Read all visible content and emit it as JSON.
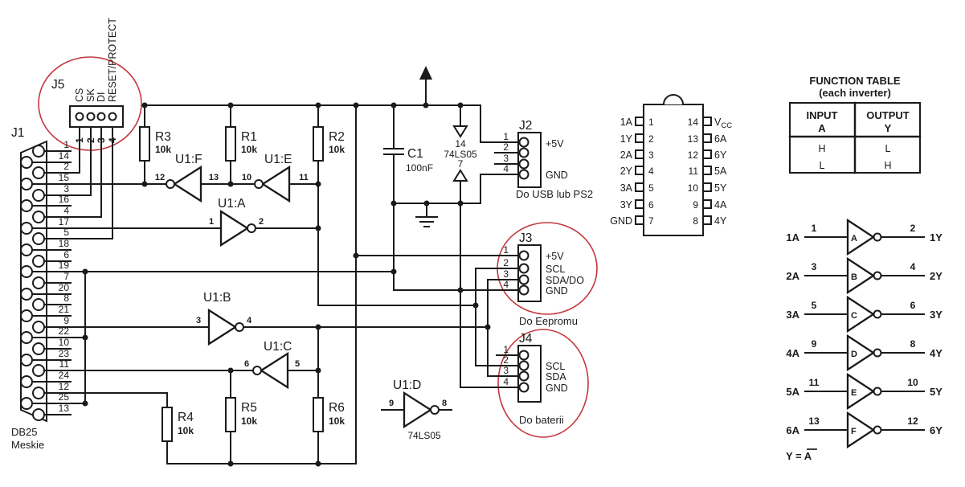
{
  "colors": {
    "ink": "#1a1a1a",
    "annotation_red": "#c4373e"
  },
  "j1": {
    "label": "J1",
    "caption_line1": "DB25",
    "caption_line2": "Meskie",
    "pins": [
      "1",
      "14",
      "2",
      "15",
      "3",
      "16",
      "4",
      "17",
      "5",
      "18",
      "6",
      "19",
      "7",
      "20",
      "8",
      "21",
      "9",
      "22",
      "10",
      "23",
      "11",
      "24",
      "12",
      "25",
      "13"
    ]
  },
  "j5": {
    "label": "J5",
    "signals": [
      "CS",
      "SK",
      "DI",
      "RESET/PROTECT"
    ],
    "pins": [
      "1",
      "2",
      "3",
      "4"
    ]
  },
  "resistors": {
    "r1": {
      "name": "R1",
      "value": "10k"
    },
    "r2": {
      "name": "R2",
      "value": "10k"
    },
    "r3": {
      "name": "R3",
      "value": "10k"
    },
    "r4": {
      "name": "R4",
      "value": "10k"
    },
    "r5": {
      "name": "R5",
      "value": "10k"
    },
    "r6": {
      "name": "R6",
      "value": "10k"
    }
  },
  "capacitor": {
    "name": "C1",
    "value": "100nF"
  },
  "ic_power": {
    "vcc_pin": "14",
    "part": "74LS05",
    "gnd_pin": "7"
  },
  "inverters": {
    "a": {
      "name": "U1:A",
      "pin_in": "1",
      "pin_out": "2"
    },
    "b": {
      "name": "U1:B",
      "pin_in": "3",
      "pin_out": "4"
    },
    "c": {
      "name": "U1:C",
      "pin_in": "5",
      "pin_out": "6"
    },
    "d": {
      "name": "U1:D",
      "pin_in": "9",
      "pin_out": "8",
      "part": "74LS05"
    },
    "e": {
      "name": "U1:E",
      "pin_in": "11",
      "pin_out": "10"
    },
    "f": {
      "name": "U1:F",
      "pin_in": "13",
      "pin_out": "12"
    }
  },
  "j2": {
    "label": "J2",
    "pins": [
      "1",
      "2",
      "3",
      "4"
    ],
    "signal_top": "+5V",
    "signal_bottom": "GND",
    "caption": "Do USB lub PS2"
  },
  "j3": {
    "label": "J3",
    "pins": [
      "1",
      "2",
      "3",
      "4"
    ],
    "signals": [
      "+5V",
      "SCL",
      "SDA/DO",
      "GND"
    ],
    "caption": "Do Eepromu"
  },
  "j4": {
    "label": "J4",
    "pins": [
      "1",
      "2",
      "3",
      "4"
    ],
    "signals": [
      "SCL",
      "SDA",
      "GND"
    ],
    "caption": "Do baterii"
  },
  "dip": {
    "left_labels": [
      "1A",
      "1Y",
      "2A",
      "2Y",
      "3A",
      "3Y",
      "GND"
    ],
    "left_pins": [
      "1",
      "2",
      "3",
      "4",
      "5",
      "6",
      "7"
    ],
    "right_pins": [
      "14",
      "13",
      "12",
      "11",
      "10",
      "9",
      "8"
    ],
    "vcc_main": "V",
    "vcc_sub": "CC",
    "right_labels": [
      "6A",
      "6Y",
      "5A",
      "5Y",
      "4A",
      "4Y"
    ]
  },
  "function_table": {
    "title": "FUNCTION TABLE",
    "subtitle": "(each inverter)",
    "col1_line1": "INPUT",
    "col1_line2": "A",
    "col2_line1": "OUTPUT",
    "col2_line2": "Y",
    "rows": [
      [
        "H",
        "L"
      ],
      [
        "L",
        "H"
      ]
    ]
  },
  "gates": [
    {
      "in_label": "1A",
      "in_pin": "1",
      "letter": "A",
      "out_pin": "2",
      "out_label": "1Y"
    },
    {
      "in_label": "2A",
      "in_pin": "3",
      "letter": "B",
      "out_pin": "4",
      "out_label": "2Y"
    },
    {
      "in_label": "3A",
      "in_pin": "5",
      "letter": "C",
      "out_pin": "6",
      "out_label": "3Y"
    },
    {
      "in_label": "4A",
      "in_pin": "9",
      "letter": "D",
      "out_pin": "8",
      "out_label": "4Y"
    },
    {
      "in_label": "5A",
      "in_pin": "11",
      "letter": "E",
      "out_pin": "10",
      "out_label": "5Y"
    },
    {
      "in_label": "6A",
      "in_pin": "13",
      "letter": "F",
      "out_pin": "12",
      "out_label": "6Y"
    }
  ],
  "equation": {
    "prefix": "Y = ",
    "var": "A"
  }
}
